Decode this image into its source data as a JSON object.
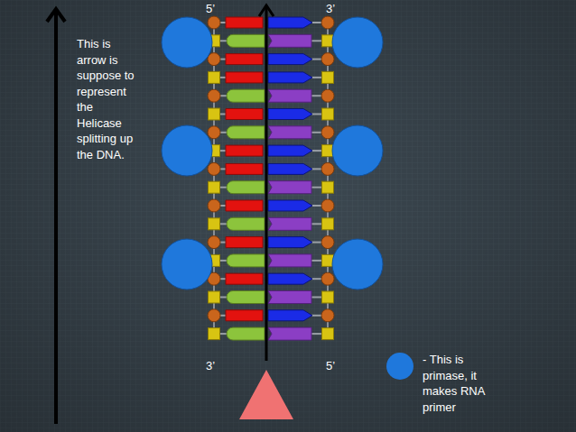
{
  "diagram": {
    "labels": [
      "5’",
      "3’",
      "This is arrow is suppose to represent the Helicase splitting up the DNA.",
      "3’",
      "5’"
    ],
    "legend": [
      {
        "text": "- This is primase, it makes RNA primer",
        "color": "#1f78dc"
      }
    ]
  }
}
